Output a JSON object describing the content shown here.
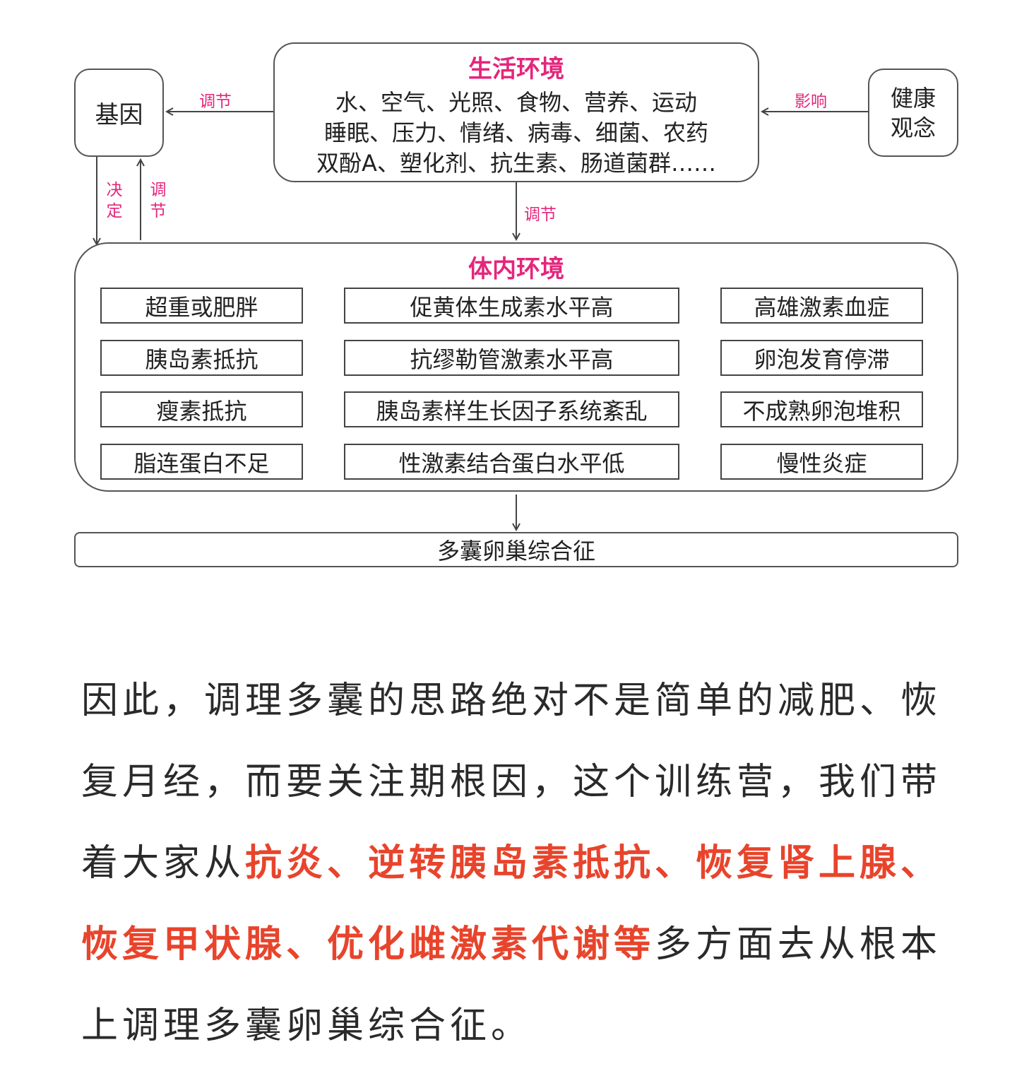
{
  "diagram": {
    "gene": "基因",
    "health_concept": [
      "健康",
      "观念"
    ],
    "living_env": {
      "title": "生活环境",
      "lines": [
        "水、空气、光照、食物、营养、运动",
        "睡眠、压力、情绪、病毒、细菌、农药",
        "双酚A、塑化剂、抗生素、肠道菌群……"
      ]
    },
    "internal_env": {
      "title": "体内环境",
      "factors": [
        [
          "超重或肥胖",
          "促黄体生成素水平高",
          "高雄激素血症"
        ],
        [
          "胰岛素抵抗",
          "抗缪勒管激素水平高",
          "卵泡发育停滞"
        ],
        [
          "瘦素抵抗",
          "胰岛素样生长因子系统紊乱",
          "不成熟卵泡堆积"
        ],
        [
          "脂连蛋白不足",
          "性激素结合蛋白水平低",
          "慢性炎症"
        ]
      ]
    },
    "outcome": "多囊卵巢综合征",
    "edges": {
      "env_to_gene": "调节",
      "health_to_env": "影响",
      "env_to_internal": "调节",
      "gene_to_internal": "决定",
      "internal_to_gene": "调节"
    },
    "colors": {
      "title": "#e4267c",
      "edge_label": "#e4267c",
      "border": "#555555"
    }
  },
  "paragraph": {
    "intro": "因此，调理多囊的思路绝对不是简单的减肥、恢复月经，而要关注期根因，这个训练营，我们带着大家从",
    "highlight": "抗炎、逆转胰岛素抵抗、恢复肾上腺、恢复甲状腺、优化雌激素代谢等",
    "outro": "多方面去从根本上调理多囊卵巢综合征。",
    "highlight_color": "#e8442c"
  }
}
